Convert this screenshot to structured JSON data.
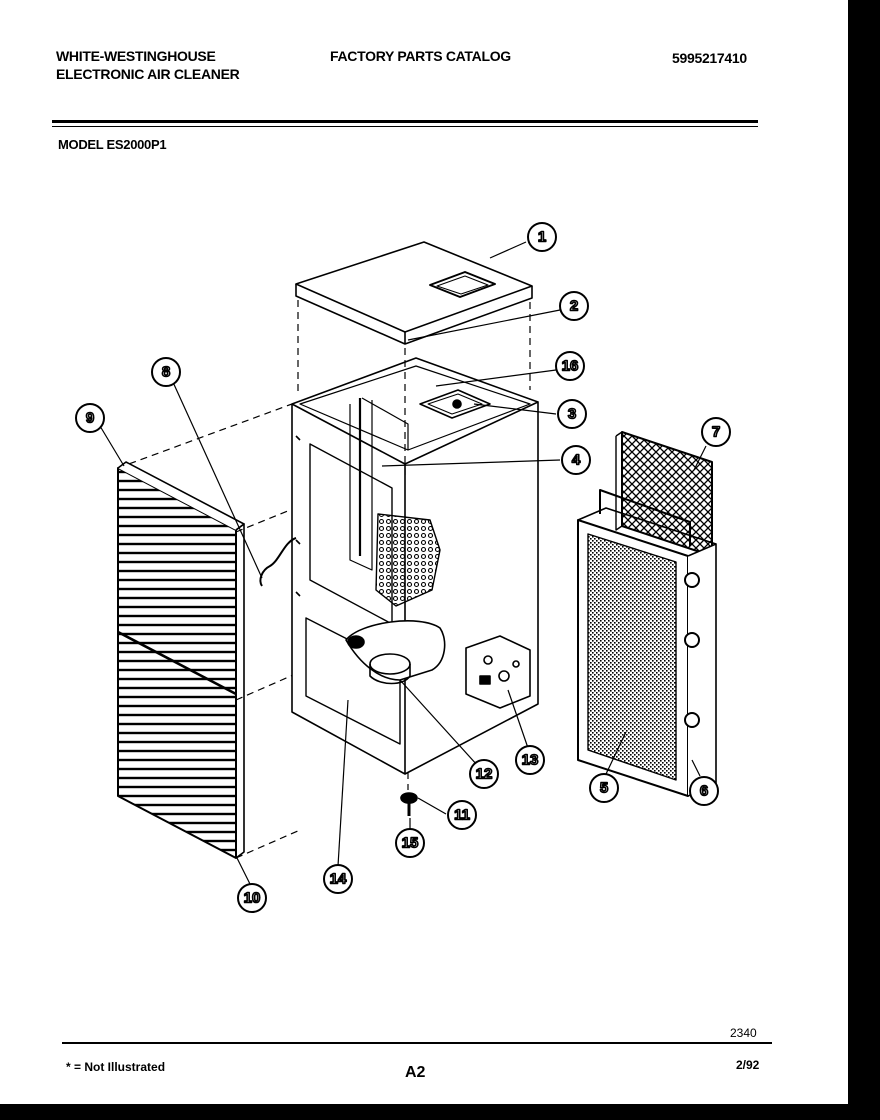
{
  "header": {
    "brand_line1": "WHITE-WESTINGHOUSE",
    "brand_line2": "ELECTRONIC AIR CLEANER",
    "catalog_title": "FACTORY PARTS CATALOG",
    "catalog_number": "5995217410",
    "model_label": "MODEL ES2000P1"
  },
  "callouts": [
    {
      "id": "callout-1",
      "label": "1"
    },
    {
      "id": "callout-2",
      "label": "2"
    },
    {
      "id": "callout-16",
      "label": "16"
    },
    {
      "id": "callout-3",
      "label": "3"
    },
    {
      "id": "callout-4",
      "label": "4"
    },
    {
      "id": "callout-8",
      "label": "8"
    },
    {
      "id": "callout-9",
      "label": "9"
    },
    {
      "id": "callout-7",
      "label": "7"
    },
    {
      "id": "callout-12",
      "label": "12"
    },
    {
      "id": "callout-13",
      "label": "13"
    },
    {
      "id": "callout-5",
      "label": "5"
    },
    {
      "id": "callout-6",
      "label": "6"
    },
    {
      "id": "callout-11",
      "label": "11"
    },
    {
      "id": "callout-15",
      "label": "15"
    },
    {
      "id": "callout-14",
      "label": "14"
    },
    {
      "id": "callout-10",
      "label": "10"
    }
  ],
  "footer": {
    "note": "* = Not Illustrated",
    "page": "A2",
    "ref_number": "2340",
    "date": "2/92"
  }
}
